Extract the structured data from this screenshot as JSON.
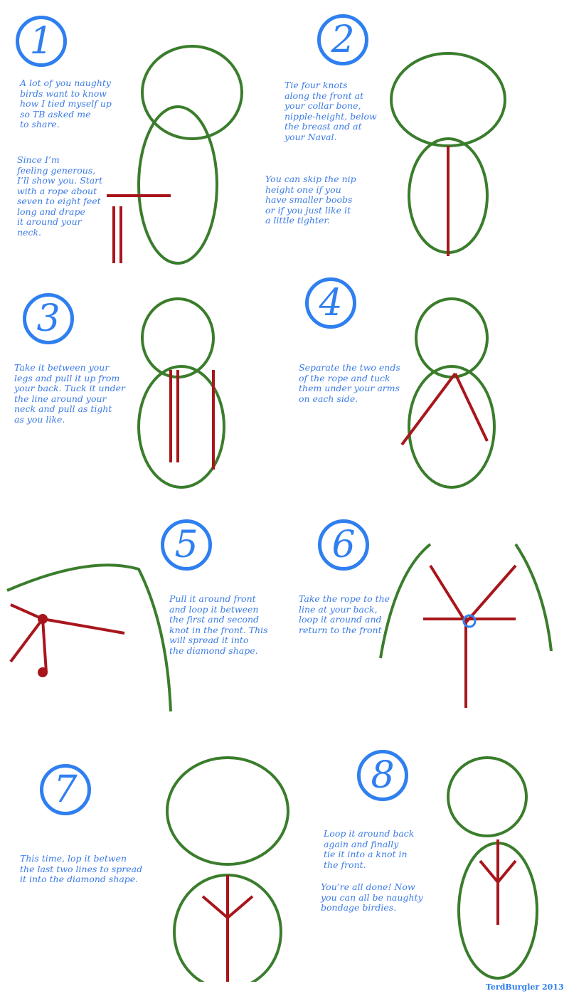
{
  "steps": [
    {
      "number": "1",
      "text": [
        "A lot of you naughty",
        "birds want to know",
        "how I tied myself up",
        "so TB asked me",
        "to share."
      ],
      "text2": [
        "Since I’m",
        "feeling generous,",
        "I’ll show you. Start",
        "with a rope about",
        "seven to eight feet",
        "long and drape",
        "it around your",
        "neck."
      ]
    },
    {
      "number": "2",
      "text": [
        "Tie four knots",
        "along the front at",
        "your collar bone,",
        "nipple-height, below",
        "the breast and at",
        "your Naval."
      ],
      "text2": [
        "You can skip the nip",
        "height one  if you",
        "have smaller boobs",
        "or if you just like it",
        "a little tighter."
      ]
    },
    {
      "number": "3",
      "text": [
        "Take it between your",
        "legs and pull it up from",
        "your back. Tuck it under",
        "the line around your",
        "neck and pull as tight",
        "as you like."
      ]
    },
    {
      "number": "4",
      "text": [
        "Separate the two ends",
        "of the rope and tuck",
        "them under your arms",
        "on each side."
      ]
    },
    {
      "number": "5",
      "text": [
        "Pull it around front",
        "and loop it between",
        "the first and second",
        "knot in the front. This",
        "will spread it into",
        "the diamond shape."
      ]
    },
    {
      "number": "6",
      "text": [
        "Take the rope to the",
        "line at your back,",
        "loop it around and",
        "return to the front"
      ]
    },
    {
      "number": "7",
      "text": [
        "This time, lop it betwen",
        "the last two lines to spread",
        "it into the diamond shape."
      ]
    },
    {
      "number": "8",
      "text": [
        "Loop it around back",
        "again and finally",
        "tie it into a knot in",
        "the front."
      ],
      "text2": [
        "You’re all done! Now",
        "you can all be naughty",
        "bondage birdies."
      ]
    }
  ],
  "signature": "TerdBurgler 2013",
  "colors": {
    "text": "#3c7be6",
    "outline": "#3a7d2c",
    "rope": "#a8161c"
  }
}
